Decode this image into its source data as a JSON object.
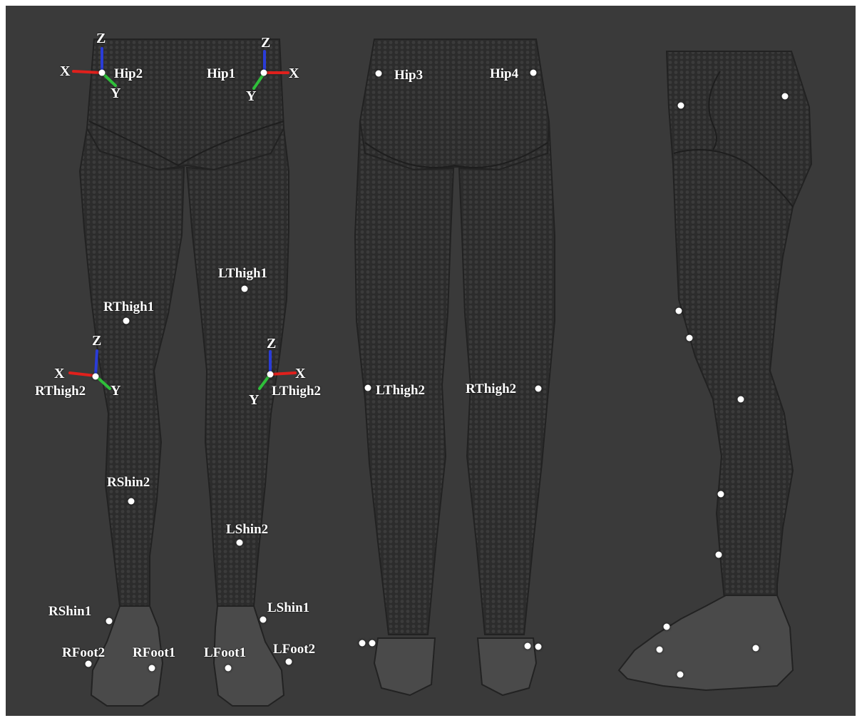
{
  "markers": {
    "hip1": "Hip1",
    "hip2": "Hip2",
    "hip3": "Hip3",
    "hip4": "Hip4",
    "lthigh1": "LThigh1",
    "rthigh1": "RThigh1",
    "rthigh2": "RThigh2",
    "lthigh2": "LThigh2",
    "lthigh2_back": "LThigh2",
    "rthigh2_back": "RThigh2",
    "rshin2": "RShin2",
    "lshin2": "LShin2",
    "rshin1": "RShin1",
    "lshin1": "LShin1",
    "rfoot2": "RFoot2",
    "rfoot1": "RFoot1",
    "lfoot1": "LFoot1",
    "lfoot2": "LFoot2"
  },
  "axes": {
    "x": "X",
    "y": "Y",
    "z": "Z"
  },
  "colors": {
    "background": "#3a3a3a",
    "skin": "#2b2b2b",
    "x_axis": "#e0201c",
    "y_axis": "#2fbf3a",
    "z_axis": "#2a3cd8",
    "marker": "#ffffff"
  }
}
